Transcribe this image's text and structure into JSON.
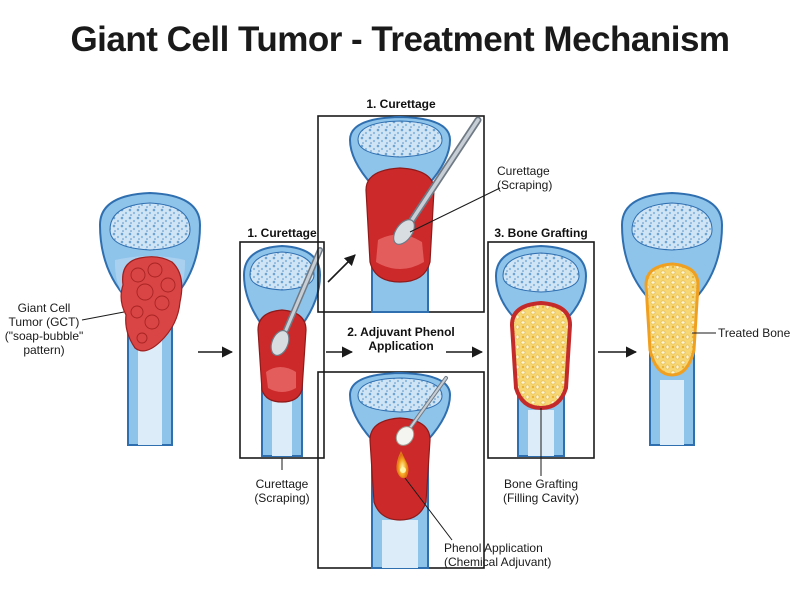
{
  "title": "Giant Cell Tumor - Treatment Mechanism",
  "colors": {
    "bone_outline": "#2f6fb0",
    "cortex": "#8ec3ea",
    "marrow_shaft": "#dcecf8",
    "cancellous": "#cfe4f5",
    "tumor": "#d94444",
    "cavity": "#cc2a2a",
    "graft": "#f2c94c",
    "phenol": "#f5a623"
  },
  "stages": {
    "tumor_label": [
      "Giant Cell",
      "Tumor (GCT)",
      "(\"soap-bubble\"",
      "pattern)"
    ],
    "curettage_title": "1. Curettage",
    "curettage_caption": [
      "Curettage",
      "(Scraping)"
    ],
    "top_curettage_title": "1. Curettage",
    "top_curettage_caption": [
      "Curettage",
      "(Scraping)"
    ],
    "phenol_title": [
      "2. Adjuvant Phenol",
      "Application"
    ],
    "phenol_caption": [
      "Phenol Application",
      "(Chemical Adjuvant)"
    ],
    "grafting_title": "3. Bone Grafting",
    "grafting_caption": [
      "Bone Grafting",
      "(Filling Cavity)"
    ],
    "treated_label": "Treated Bone"
  }
}
